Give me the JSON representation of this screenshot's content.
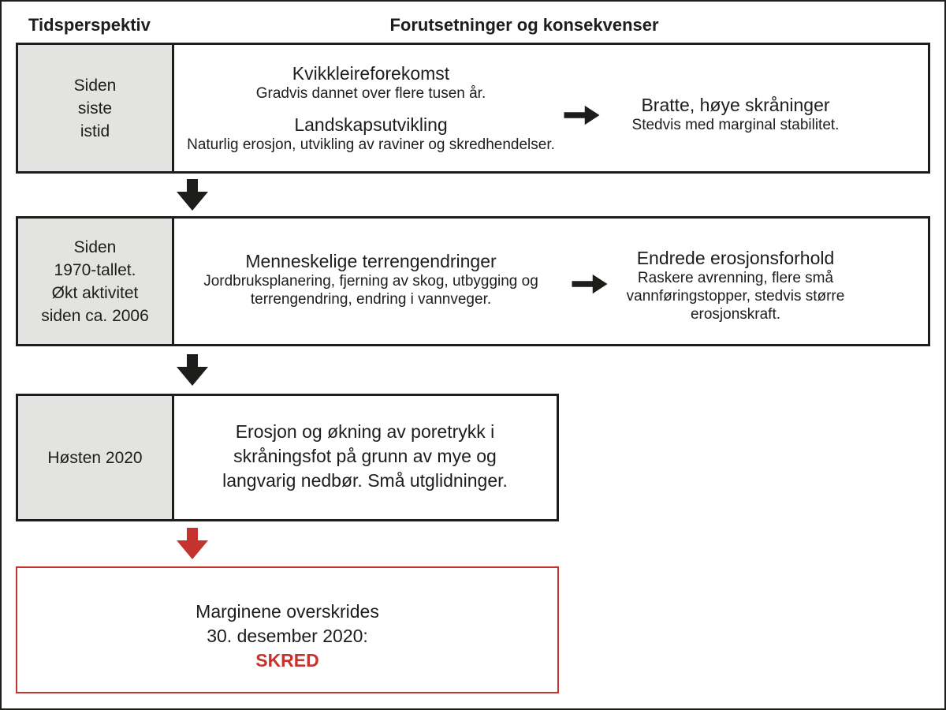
{
  "header": {
    "left": "Tidsperspektiv",
    "right": "Forutsetninger og konsekvenser"
  },
  "rows": [
    {
      "time": [
        "Siden",
        "siste",
        "istid"
      ],
      "main": [
        {
          "title": "Kvikkleireforekomst",
          "sub": "Gradvis dannet over flere tusen år."
        },
        {
          "title": "Landskapsutvikling",
          "sub": "Naturlig erosjon, utvikling av raviner og skredhendelser."
        }
      ],
      "result": {
        "title": "Bratte, høye skråninger",
        "sub": "Stedvis med marginal stabilitet."
      }
    },
    {
      "time": [
        "Siden",
        "1970-tallet.",
        "Økt aktivitet",
        "siden ca. 2006"
      ],
      "main": [
        {
          "title": "Menneskelige terrengendringer",
          "sub": "Jordbruksplanering, fjerning av skog, utbygging og terrengendring, endring i vannveger."
        }
      ],
      "result": {
        "title": "Endrede erosjonsforhold",
        "sub": "Raskere avrenning, flere små vannføringstopper, stedvis større erosjonskraft."
      }
    },
    {
      "time": [
        "Høsten 2020"
      ],
      "main": [
        {
          "title": "",
          "sub": "Erosjon og økning av poretrykk i skråningsfot på grunn av mye og langvarig nedbør. Små utglidninger."
        }
      ]
    }
  ],
  "final": {
    "line1": "Marginene overskrides",
    "line2": "30. desember 2020:",
    "line3": "SKRED"
  },
  "colors": {
    "text_black": "#1d1d1b",
    "accent_red": "#c4332d",
    "cell_gray": "#e3e4e2"
  },
  "icons": {
    "down_arrow": "down-arrow-icon",
    "right_arrow": "right-arrow-icon"
  }
}
